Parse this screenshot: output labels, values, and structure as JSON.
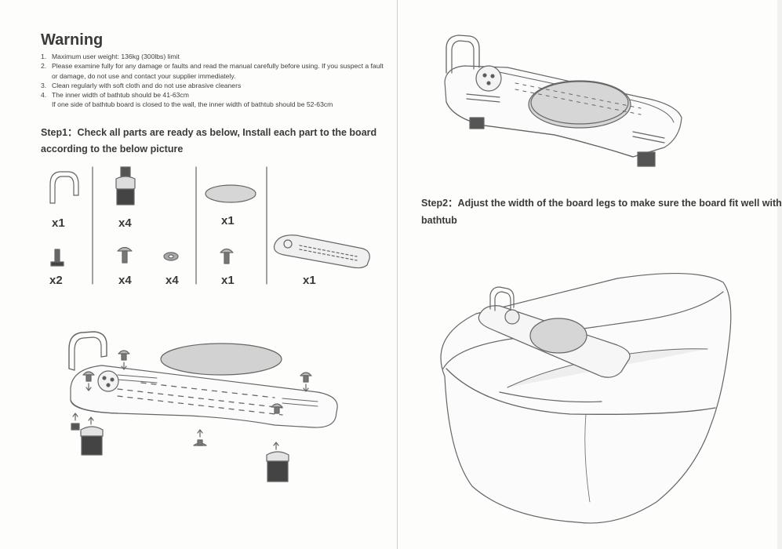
{
  "warning": {
    "title": "Warning",
    "items": [
      {
        "num": "1.",
        "text": "Maximum user weight: 136kg (300lbs) limit"
      },
      {
        "num": "2.",
        "text": "Please examine fully for any damage or faults and read the manual carefully before using. If you suspect a fault or damage, do not use and contact your supplier immediately."
      },
      {
        "num": "3.",
        "text": "Clean regularly with soft cloth and do not use abrasive cleaners"
      },
      {
        "num": "4.",
        "text": "The inner width of bathtub should be 41-63cm"
      },
      {
        "num": "",
        "text": "If one side of bathtub board is closed to the wall, the inner width of bathtub should be 52-63cm"
      }
    ]
  },
  "step1": {
    "line1": "Step1：Check all parts are ready as below, Install each part to the board",
    "line2": "according to the below picture"
  },
  "parts": {
    "handle": "x1",
    "leg": "x4",
    "seat_disc": "x1",
    "small_screw": "x2",
    "bolt": "x4",
    "washer": "x4",
    "seat_bolt": "x1",
    "board": "x1"
  },
  "step2": {
    "line1": "Step2：Adjust the width of the board legs to make sure the board fit well with",
    "line2": "bathtub"
  }
}
